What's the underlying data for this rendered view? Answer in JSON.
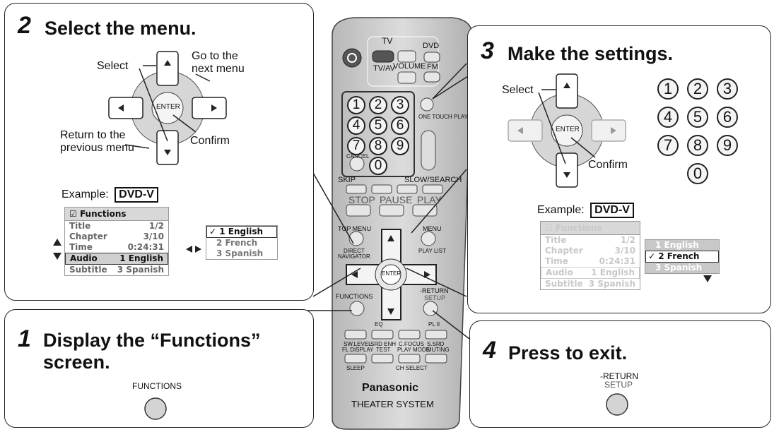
{
  "step2": {
    "num": "2",
    "title": "Select the menu.",
    "select": "Select",
    "go_next": "Go to the\nnext menu",
    "return_prev": "Return to the\nprevious menu",
    "confirm": "Confirm",
    "enter": "ENTER",
    "example": "Example:",
    "badge": "DVD-V"
  },
  "osd": {
    "header": "Functions",
    "rows": [
      {
        "label": "Title",
        "value": "1/2"
      },
      {
        "label": "Chapter",
        "value": "3/10"
      },
      {
        "label": "Time",
        "value": "0:24:31"
      },
      {
        "label": "Audio",
        "value": "1 English"
      },
      {
        "label": "Subtitle",
        "value": "3 Spanish"
      }
    ],
    "audio_options_a": [
      "✓ 1 English",
      "2 French",
      "3 Spanish"
    ],
    "audio_options_b": [
      "1 English",
      "✓ 2 French",
      "3 Spanish"
    ]
  },
  "step1": {
    "num": "1",
    "title": "Display the “Functions”\nscreen.",
    "button_label": "FUNCTIONS"
  },
  "step3": {
    "num": "3",
    "title": "Make the settings.",
    "select": "Select",
    "confirm": "Confirm",
    "enter": "ENTER",
    "example": "Example:",
    "badge": "DVD-V",
    "digits": [
      "1",
      "2",
      "3",
      "4",
      "5",
      "6",
      "7",
      "8",
      "9",
      "0"
    ]
  },
  "step4": {
    "num": "4",
    "title": "Press to exit.",
    "return": "-RETURN",
    "setup": "SETUP"
  },
  "remote": {
    "tv": "TV",
    "dvd": "DVD",
    "tvav": "TV/AV",
    "volume": "VOLUME",
    "fm": "FM",
    "digits": [
      "1",
      "2",
      "3",
      "4",
      "5",
      "6",
      "7",
      "8",
      "9",
      "0"
    ],
    "cancel": "CANCEL",
    "one_touch": "ONE TOUCH PLAY",
    "skip": "SKIP",
    "slow_search": "SLOW/SEARCH",
    "stop": "STOP",
    "pause": "PAUSE",
    "play": "PLAY",
    "top_menu": "TOP MENU",
    "menu": "MENU",
    "direct_nav": "DIRECT\nNAVIGATOR",
    "play_list": "PLAY LIST",
    "enter": "ENTER",
    "functions": "FUNCTIONS",
    "return": "-RETURN",
    "setup": "SETUP",
    "eq": "EQ",
    "sw_level": "SW.LEVEL",
    "srd_enh": "SRD ENH",
    "c_focus": "C.FOCUS",
    "pl2": "PL II",
    "s_srd": "S.SRD",
    "fl_display": "FL DISPLAY",
    "test": "TEST",
    "play_mode": "PLAY MODE",
    "muting": "MUTING",
    "sleep": "SLEEP",
    "ch_select": "CH SELECT",
    "brand": "Panasonic",
    "model": "THEATER SYSTEM"
  }
}
